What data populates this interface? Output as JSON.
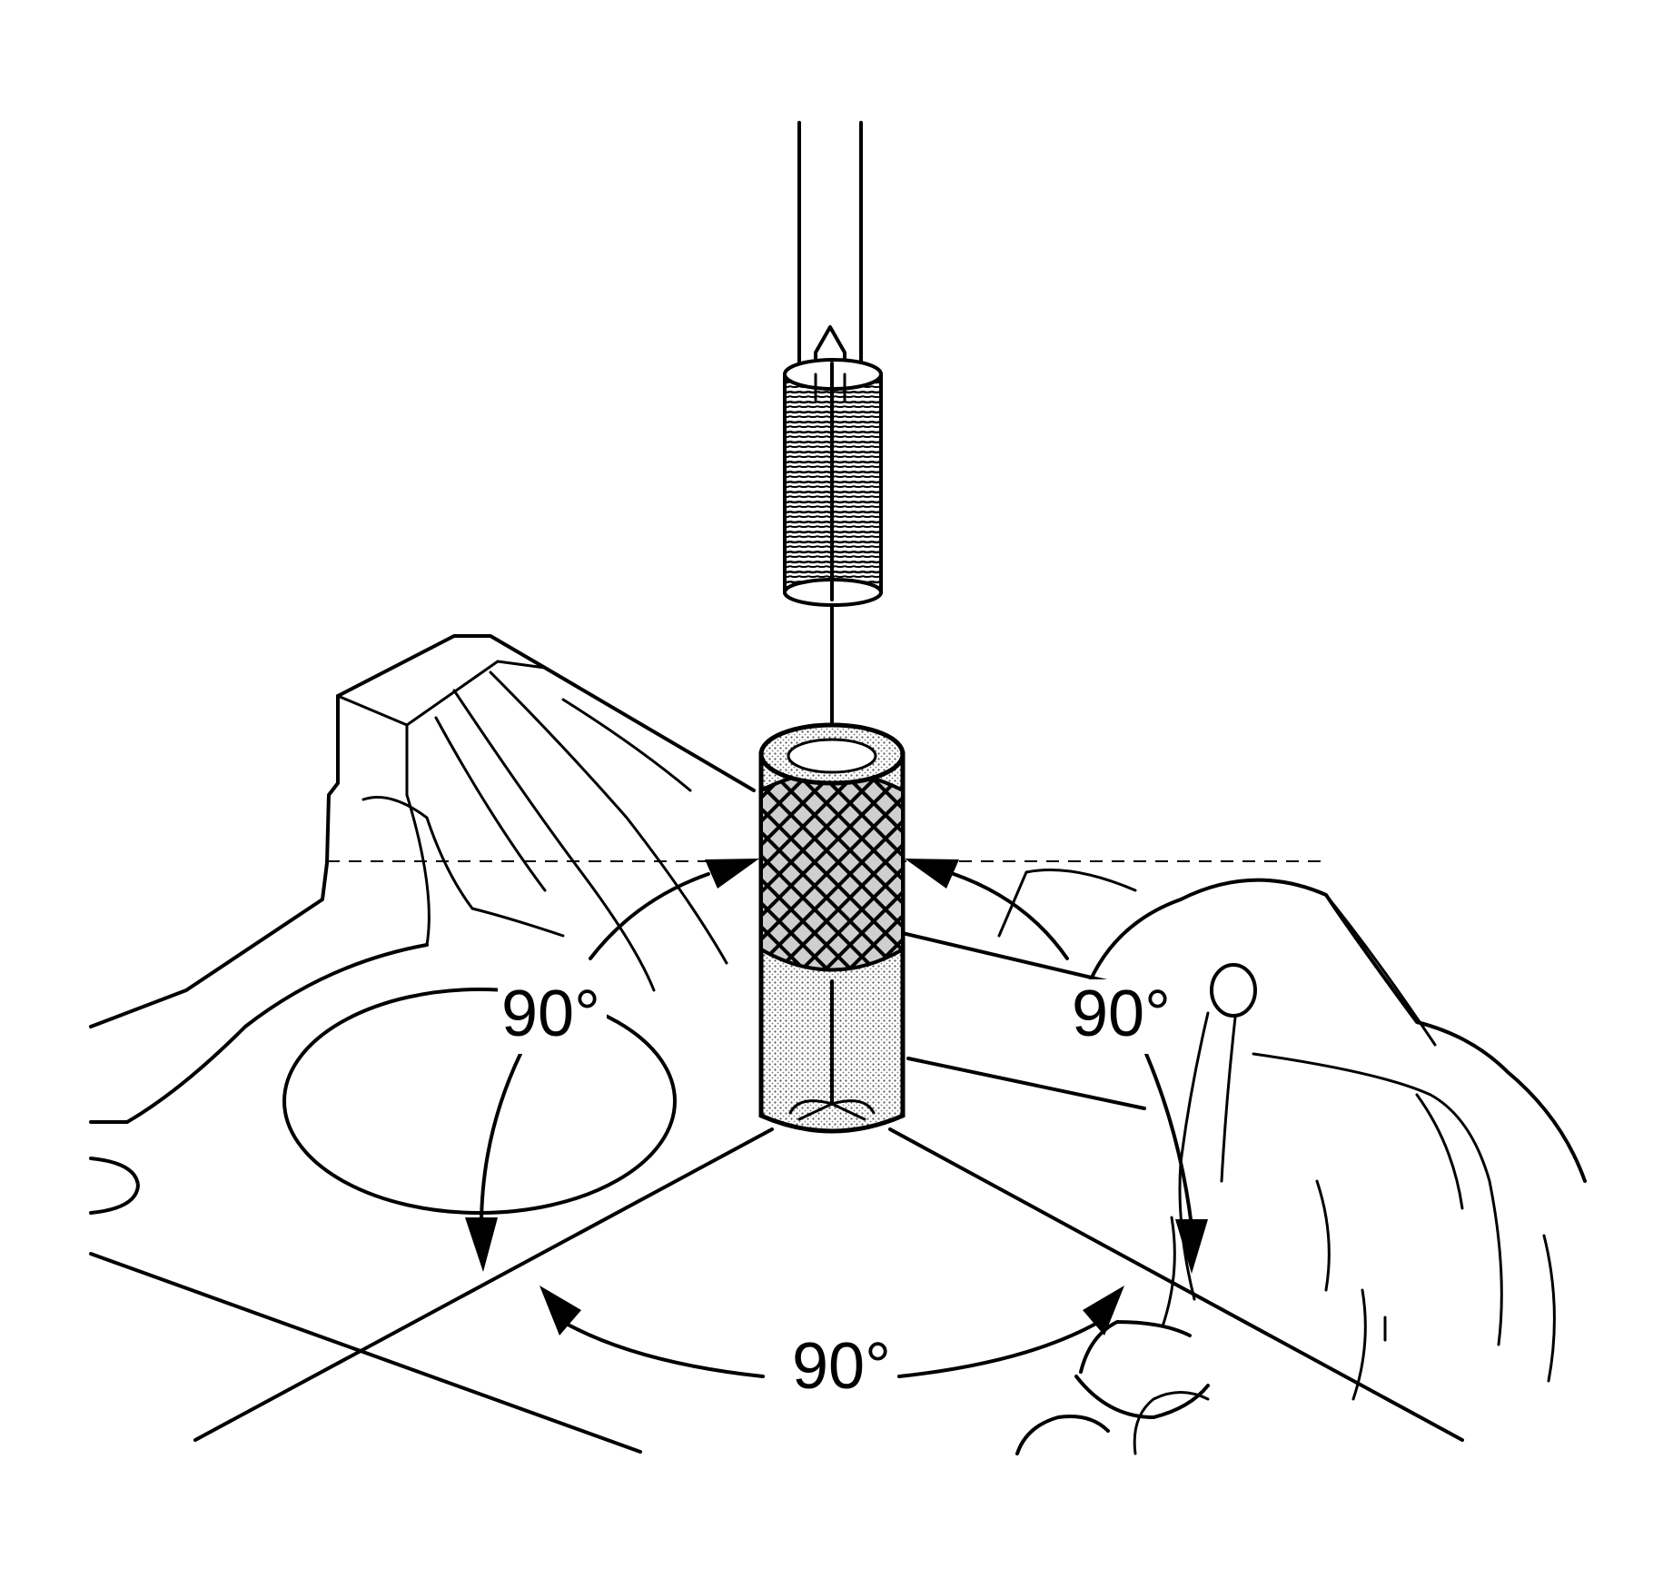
{
  "diagram": {
    "angle_labels": {
      "left": "90°",
      "right": "90°",
      "bottom": "90°"
    },
    "colors": {
      "ink": "#000000",
      "background": "#ffffff",
      "stipple": "#bdbdbd"
    },
    "icons": {
      "tool": "installer-tool-icon",
      "insert": "thread-insert-icon",
      "sleeve": "knurled-sleeve-icon"
    }
  }
}
